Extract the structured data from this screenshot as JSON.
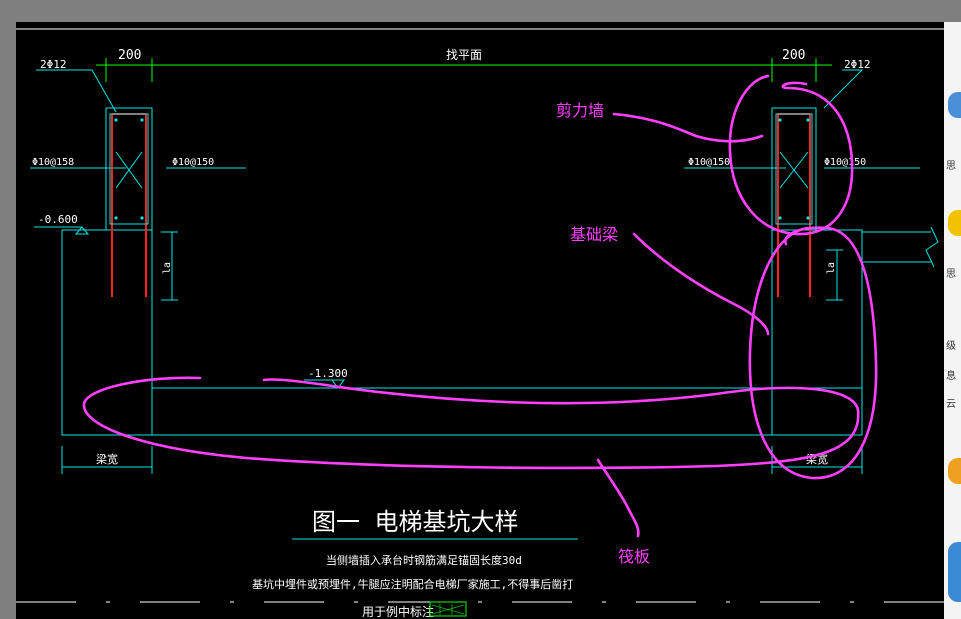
{
  "drawing": {
    "dim_left": "200",
    "dim_center": "找平面",
    "dim_right": "200",
    "rebar_left_top": "2Φ12",
    "rebar_right_top": "2Φ12",
    "stirrup_left_a": "Φ10@158",
    "stirrup_left_b": "Φ10@150",
    "stirrup_right_a": "Φ10@150",
    "stirrup_right_b": "Φ10@150",
    "elev_top": "-0.600",
    "elev_bottom": "-1.300",
    "la_left": "la",
    "la_right": "la",
    "beam_width_left": "梁宽",
    "beam_width_right": "梁宽",
    "title": "图一    电梯基坑大样",
    "note1": "当侧墙插入承台时钢筋满足锚固长度30d",
    "note2": "基坑中埋件或预埋件,牛腿应注明配合电梯厂家施工,不得事后凿打",
    "note3": "用于例中标注"
  },
  "annotations": {
    "shear_wall": "剪力墙",
    "foundation_beam": "基础梁",
    "raft_slab": "筏板"
  },
  "colors": {
    "background": "#000000",
    "outline": "#00e5e5",
    "dimension": "#00ff00",
    "rebar": "#ff2020",
    "annotation": "#ff40ff",
    "text": "#ffffff"
  },
  "side_panel": {
    "labels": [
      "思",
      "思",
      "级",
      "息",
      "云"
    ]
  }
}
